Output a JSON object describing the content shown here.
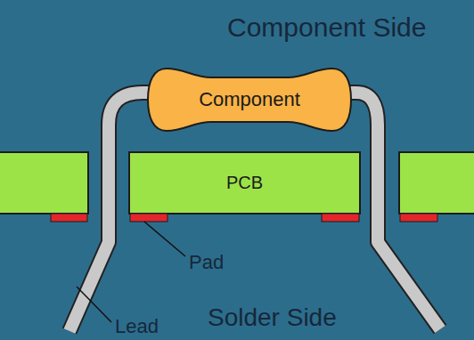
{
  "diagram": {
    "nodes": [
      {
        "text": [
          "Component"
        ]
      },
      {
        "text": [
          "PCB"
        ]
      }
    ],
    "labels": [
      "Component Side",
      "Pad",
      "Lead",
      "Solder Side"
    ]
  }
}
